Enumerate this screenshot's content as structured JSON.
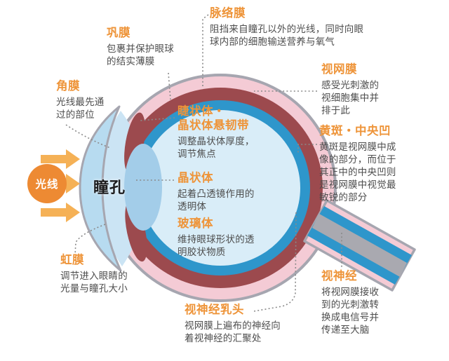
{
  "colors": {
    "background": "#ffffff",
    "accent_title": "#ee9439",
    "body_text": "#4d4d4d",
    "pupil_text": "#1d1d1f",
    "badge": "#ed8a33",
    "arrow": "#f5b156",
    "outline": "#a6a6b0",
    "sclera": "#f4cbd5",
    "choroid": "#9c4a4e",
    "retina": "#2e96cb",
    "interior": "#d9edf8",
    "anterior": "#cbe4f4",
    "cornea": "#b7dbf0",
    "lens": "#a3cde9",
    "nerve_core": "#a9a9b0"
  },
  "light_badge": {
    "label": "光线"
  },
  "pupil": {
    "label": "瞳孔"
  },
  "labels": [
    {
      "id": "choroid",
      "title": "脉络膜",
      "desc": "阻挡来自瞳孔以外的光线，同时向眼\n球内部的细胞输送营养与氧气"
    },
    {
      "id": "sclera",
      "title": "巩膜",
      "desc": "包裹并保护眼球\n的结实薄膜"
    },
    {
      "id": "cornea",
      "title": "角膜",
      "desc": "光线最先通\n过的部位"
    },
    {
      "id": "retina",
      "title": "视网膜",
      "desc": "感受光刺激的\n视细胞集中并\n排于此"
    },
    {
      "id": "macula",
      "title": "黄斑・中央凹",
      "desc": "黄斑是视网膜中成\n像的部分，而位于\n其正中的中央凹则\n是视网膜中视觉最\n敏锐的部分"
    },
    {
      "id": "ciliary",
      "title": "睫状体・\n晶状体悬韧带",
      "desc": "调整晶状体厚度，\n调节焦点"
    },
    {
      "id": "lens",
      "title": "晶状体",
      "desc": "起着凸透镜作用的\n透明体"
    },
    {
      "id": "vitreous",
      "title": "玻璃体",
      "desc": "维持眼球形状的透\n明胶状物质"
    },
    {
      "id": "iris",
      "title": "虹膜",
      "desc": "调节进入眼睛的\n光量与瞳孔大小"
    },
    {
      "id": "optic_disc",
      "title": "视神经乳头",
      "desc": "视网膜上遍布的神经向\n着视神经的汇聚处"
    },
    {
      "id": "optic_nerve",
      "title": "视神经",
      "desc": "将视网膜接收\n到的光刺激转\n换成电信号并\n传递至大脑"
    }
  ]
}
